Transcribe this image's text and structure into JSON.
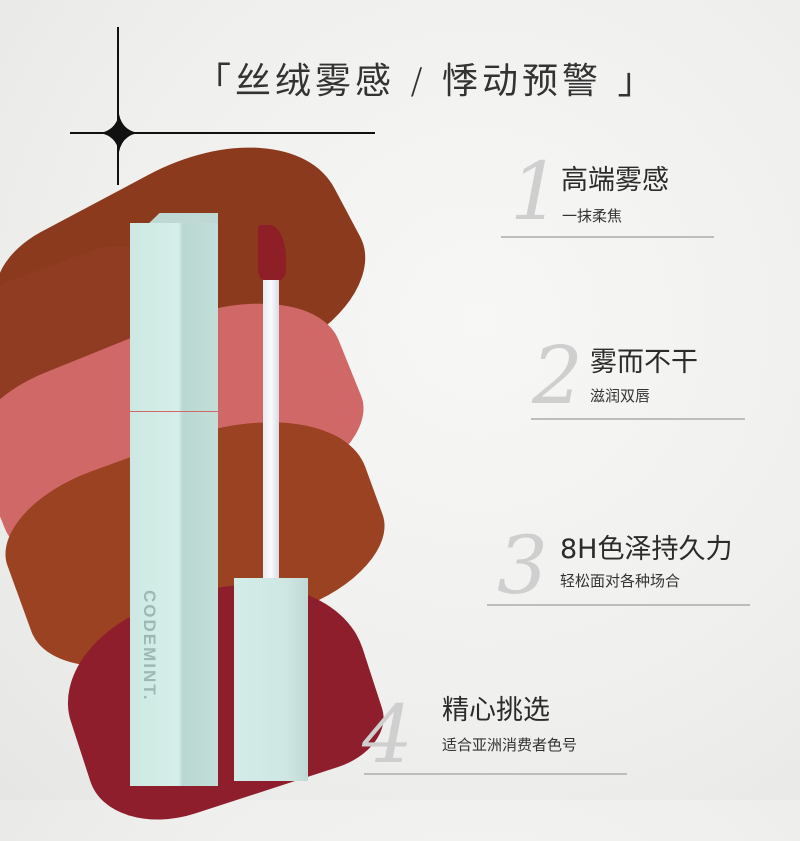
{
  "headline": "「丝绒雾感 / 悸动预警 」",
  "brand": {
    "name": "CODEMINT."
  },
  "colors": {
    "tube": "#cde8e2",
    "swatch_brown": "#8c3a1e",
    "swatch_pink": "#d06868",
    "swatch_rust": "#9a4222",
    "swatch_wine": "#8e1e2c",
    "text": "#2b2b2b",
    "numeral": "#cfcfcf"
  },
  "features": [
    {
      "number": "1",
      "title": "高端雾感",
      "subtitle": "一抹柔焦"
    },
    {
      "number": "2",
      "title": "雾而不干",
      "subtitle": "滋润双唇"
    },
    {
      "number": "3",
      "title": "8H色泽持久力",
      "subtitle": "轻松面对各种场合"
    },
    {
      "number": "4",
      "title": "精心挑选",
      "subtitle": "适合亚洲消费者色号"
    }
  ]
}
